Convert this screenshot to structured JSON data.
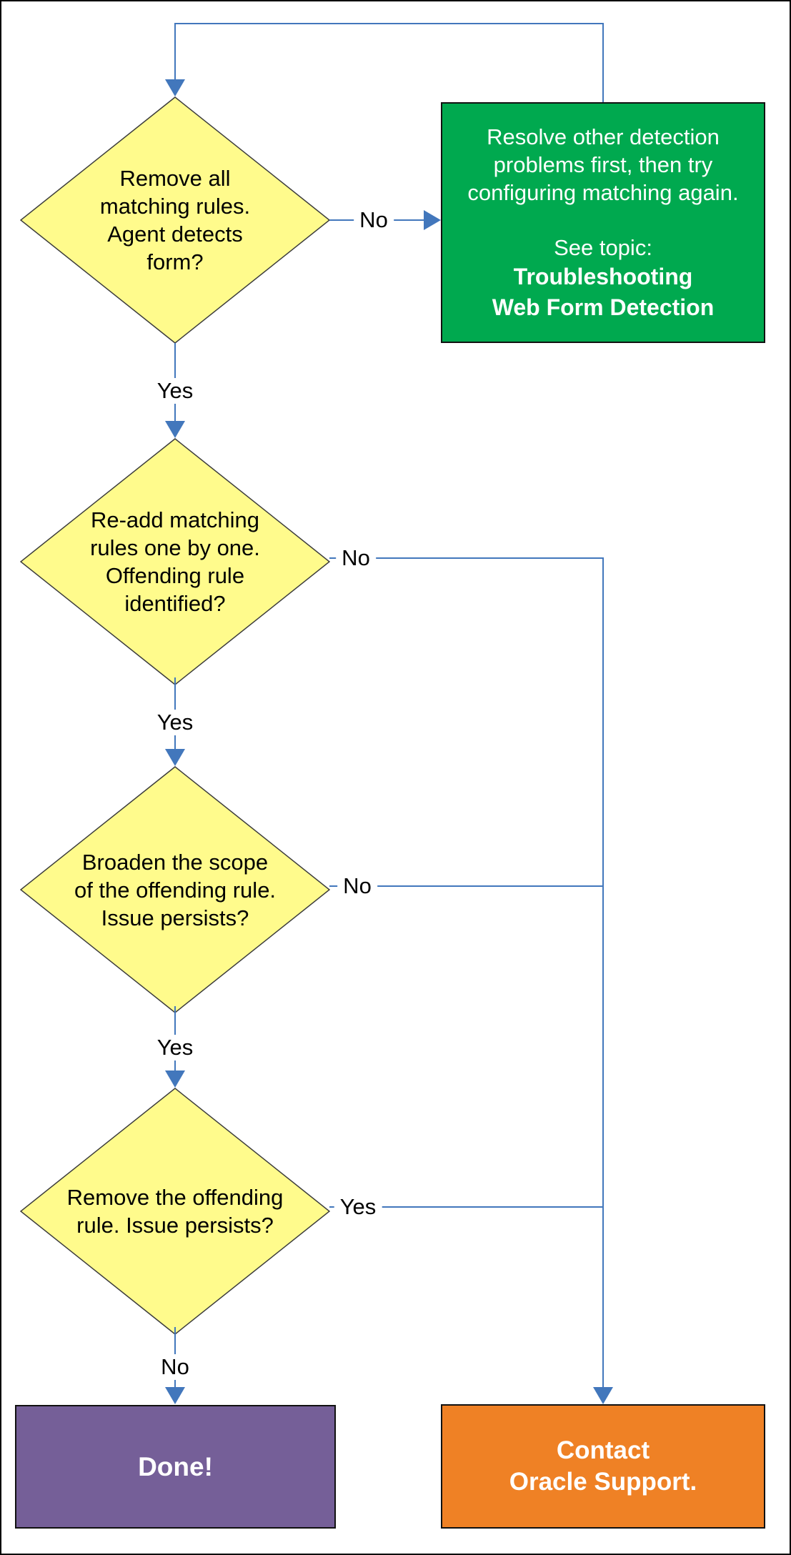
{
  "diagram": {
    "type": "flowchart",
    "colors": {
      "connector_blue": "#4277BC",
      "diamond_fill": "#FFFB8C",
      "diamond_stroke": "#3C3C3C",
      "action_green": "#00A94F",
      "terminal_purple": "#755F98",
      "terminal_orange": "#EF8125",
      "node_border": "#111111",
      "text_dark": "#000000",
      "text_light": "#FFFFFF",
      "page_border": "#000000"
    }
  },
  "nodes": {
    "decision1": {
      "text": "Remove all\nmatching rules.\nAgent detects\nform?"
    },
    "decision2": {
      "text": "Re-add matching\nrules one by one.\nOffending rule\nidentified?"
    },
    "decision3": {
      "text": "Broaden the scope\nof the offending rule.\nIssue persists?"
    },
    "decision4": {
      "text": "Remove the offending\nrule. Issue persists?"
    },
    "resolve_box": {
      "para": "Resolve other detection\nproblems first, then try\nconfiguring matching again.",
      "see_topic": "See topic:",
      "topic": "Troubleshooting\nWeb Form Detection"
    },
    "done_box": {
      "text": "Done!"
    },
    "contact_box": {
      "text": "Contact\nOracle Support."
    }
  },
  "labels": {
    "d1_no": "No",
    "d1_yes": "Yes",
    "d2_no": "No",
    "d2_yes": "Yes",
    "d3_no": "No",
    "d3_yes": "Yes",
    "d4_yes": "Yes",
    "d4_no": "No"
  }
}
